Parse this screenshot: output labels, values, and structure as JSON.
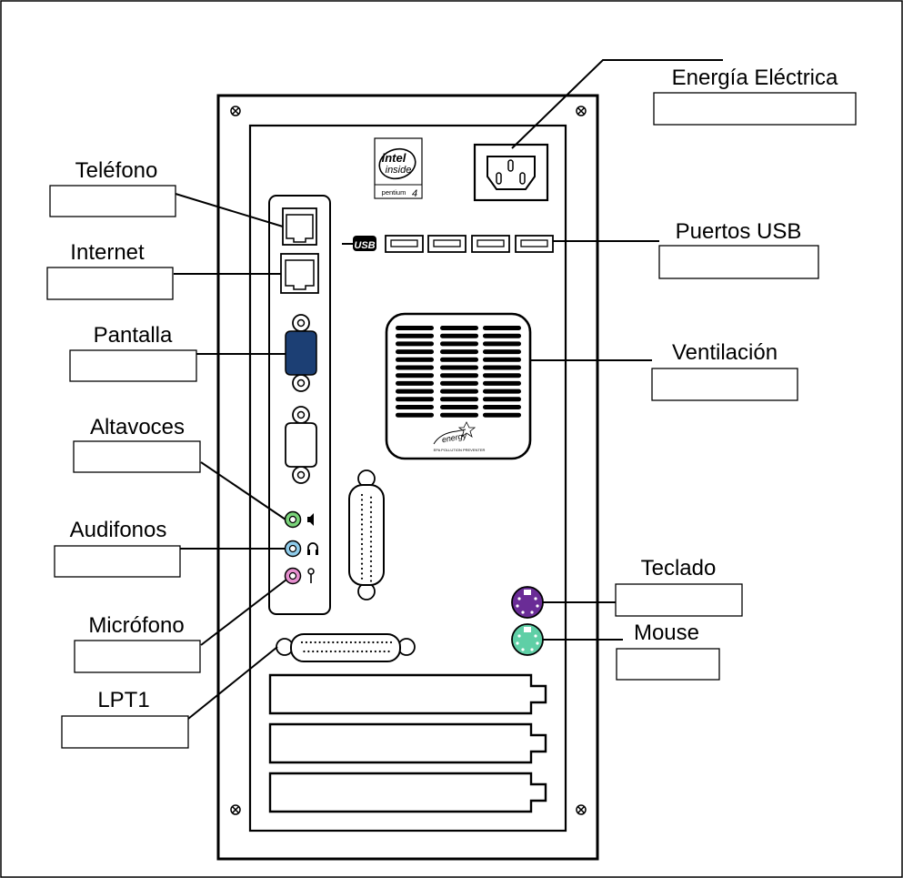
{
  "labels": {
    "energia": "Energía Eléctrica",
    "telefono": "Teléfono",
    "internet": "Internet",
    "pantalla": "Pantalla",
    "altavoces": "Altavoces",
    "audifonos": "Audifonos",
    "microfono": "Micrófono",
    "lpt1": "LPT1",
    "usb": "Puertos USB",
    "ventilacion": "Ventilación",
    "teclado": "Teclado",
    "mouse": "Mouse"
  },
  "logos": {
    "intel_line1": "intel",
    "intel_line2": "inside",
    "intel_product": "pentium",
    "intel_number": "4",
    "usb_logo": "USB",
    "energy_logo": "energy",
    "energy_caption": "EPA POLLUTION PREVENTER"
  },
  "colors": {
    "vga_blue": "#1c3f74",
    "audio_green": "#7ad37a",
    "audio_blue": "#8ecbea",
    "audio_pink": "#e68fcf",
    "ps2_purple": "#6a2c96",
    "ps2_teal": "#5fcfa6"
  },
  "icons": {
    "speaker": "speaker-icon",
    "headphones": "headphones-icon",
    "microphone": "microphone-icon"
  }
}
